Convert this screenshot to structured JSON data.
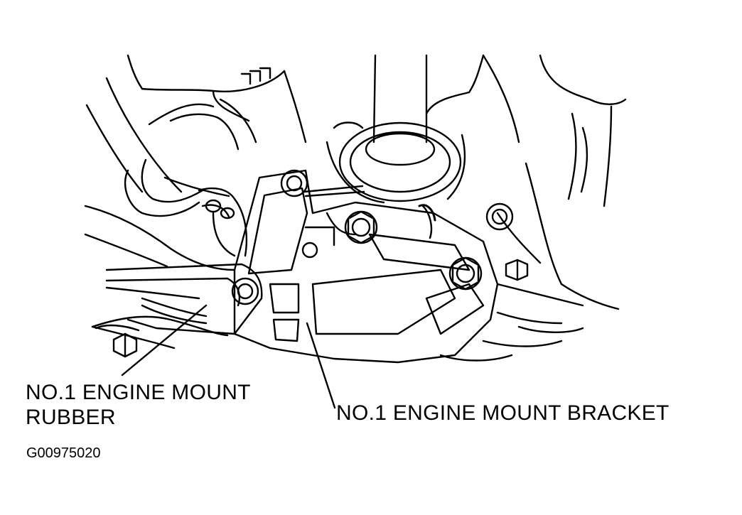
{
  "labels": {
    "rubber_line1": "NO.1 ENGINE MOUNT",
    "rubber_line2": "RUBBER",
    "bracket": "NO.1 ENGINE MOUNT BRACKET"
  },
  "figure_code": "G00975020",
  "colors": {
    "ink": "#000000",
    "paper": "#ffffff"
  }
}
